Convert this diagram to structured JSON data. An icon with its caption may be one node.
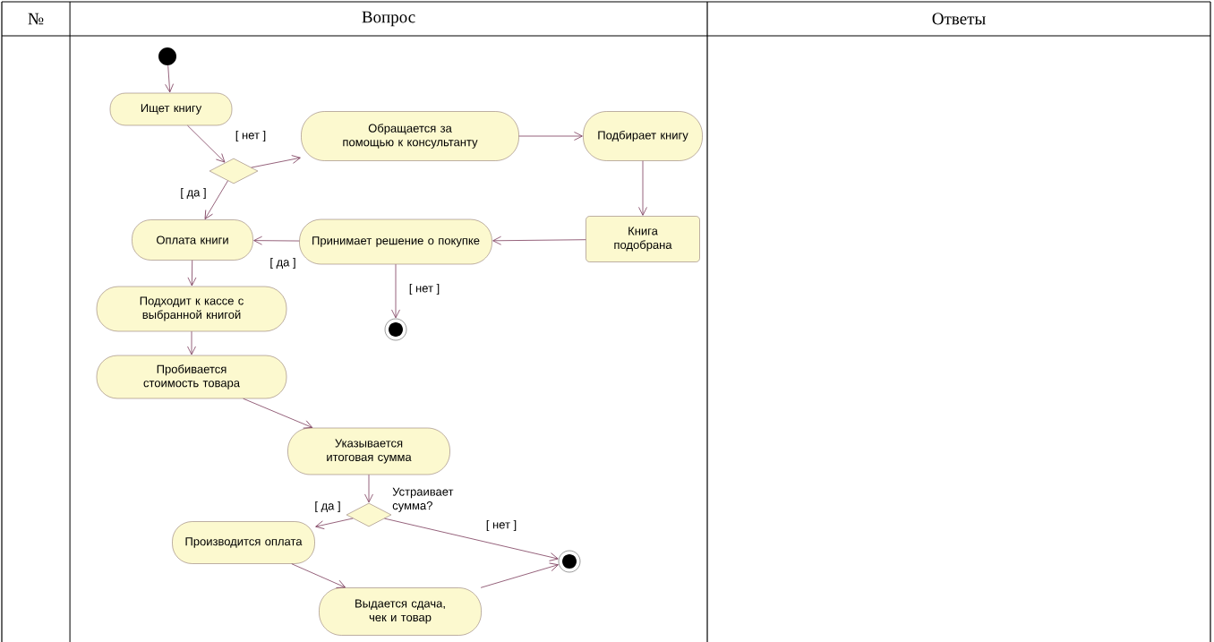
{
  "diagram": {
    "nodes": [
      {
        "text": [],
        "shape": "circle"
      },
      {
        "text": [
          "Ищет книгу"
        ]
      },
      {
        "text": [],
        "shape": "diamond"
      },
      {
        "text": [
          "Обращается за помощью к консультанту"
        ]
      },
      {
        "text": [
          "Подбирает книгу"
        ]
      },
      {
        "text": [
          "Оплата книги"
        ]
      },
      {
        "text": [
          "Принимает решение о покупке"
        ]
      },
      {
        "text": [
          "Книга подобрана"
        ]
      },
      {
        "text": [
          "Подходит к кассе с выбранной книгой"
        ]
      },
      {
        "text": [],
        "shape": "circle"
      },
      {
        "text": [
          "Пробивается стоимость товара"
        ]
      },
      {
        "text": [
          "Указывается итоговая сумма"
        ]
      },
      {
        "text": [],
        "shape": "diamond",
        "beside": [
          "Устраивает сумма?"
        ]
      },
      {
        "text": [
          "Производится оплата"
        ]
      },
      {
        "text": [],
        "shape": "circle"
      },
      {
        "text": [
          "Выдается сдача, чек и товар"
        ]
      }
    ],
    "edges": [
      {
        "from": 0,
        "to": 1,
        "arrow": "to"
      },
      {
        "from": 1,
        "to": 2,
        "arrow": "to",
        "label": "[ нет ]"
      },
      {
        "from": 2,
        "to": 3,
        "arrow": "to"
      },
      {
        "from": 2,
        "to": 5,
        "arrow": "to",
        "label": "[ да ]"
      },
      {
        "from": 3,
        "to": 4,
        "arrow": "to"
      },
      {
        "from": 4,
        "to": 7,
        "arrow": "to"
      },
      {
        "from": 7,
        "to": 6,
        "arrow": "to"
      },
      {
        "from": 6,
        "to": 5,
        "arrow": "to",
        "label": "[ да ]"
      },
      {
        "from": 5,
        "to": 8,
        "arrow": "to"
      },
      {
        "from": 6,
        "to": 9,
        "arrow": "to",
        "label": "[ нет ]"
      },
      {
        "from": 8,
        "to": 10,
        "arrow": "to"
      },
      {
        "from": 10,
        "to": 11,
        "arrow": "to"
      },
      {
        "from": 11,
        "to": 12,
        "arrow": "to"
      },
      {
        "from": 12,
        "to": 13,
        "arrow": "to",
        "label": "[ да ]"
      },
      {
        "from": 12,
        "to": 14,
        "arrow": "to",
        "label": "[ нет ]"
      },
      {
        "from": 13,
        "to": 15,
        "arrow": "to"
      },
      {
        "from": 15,
        "to": 14,
        "arrow": "to"
      }
    ],
    "labels": [
      "№",
      "Вопрос",
      "Ответы"
    ]
  }
}
